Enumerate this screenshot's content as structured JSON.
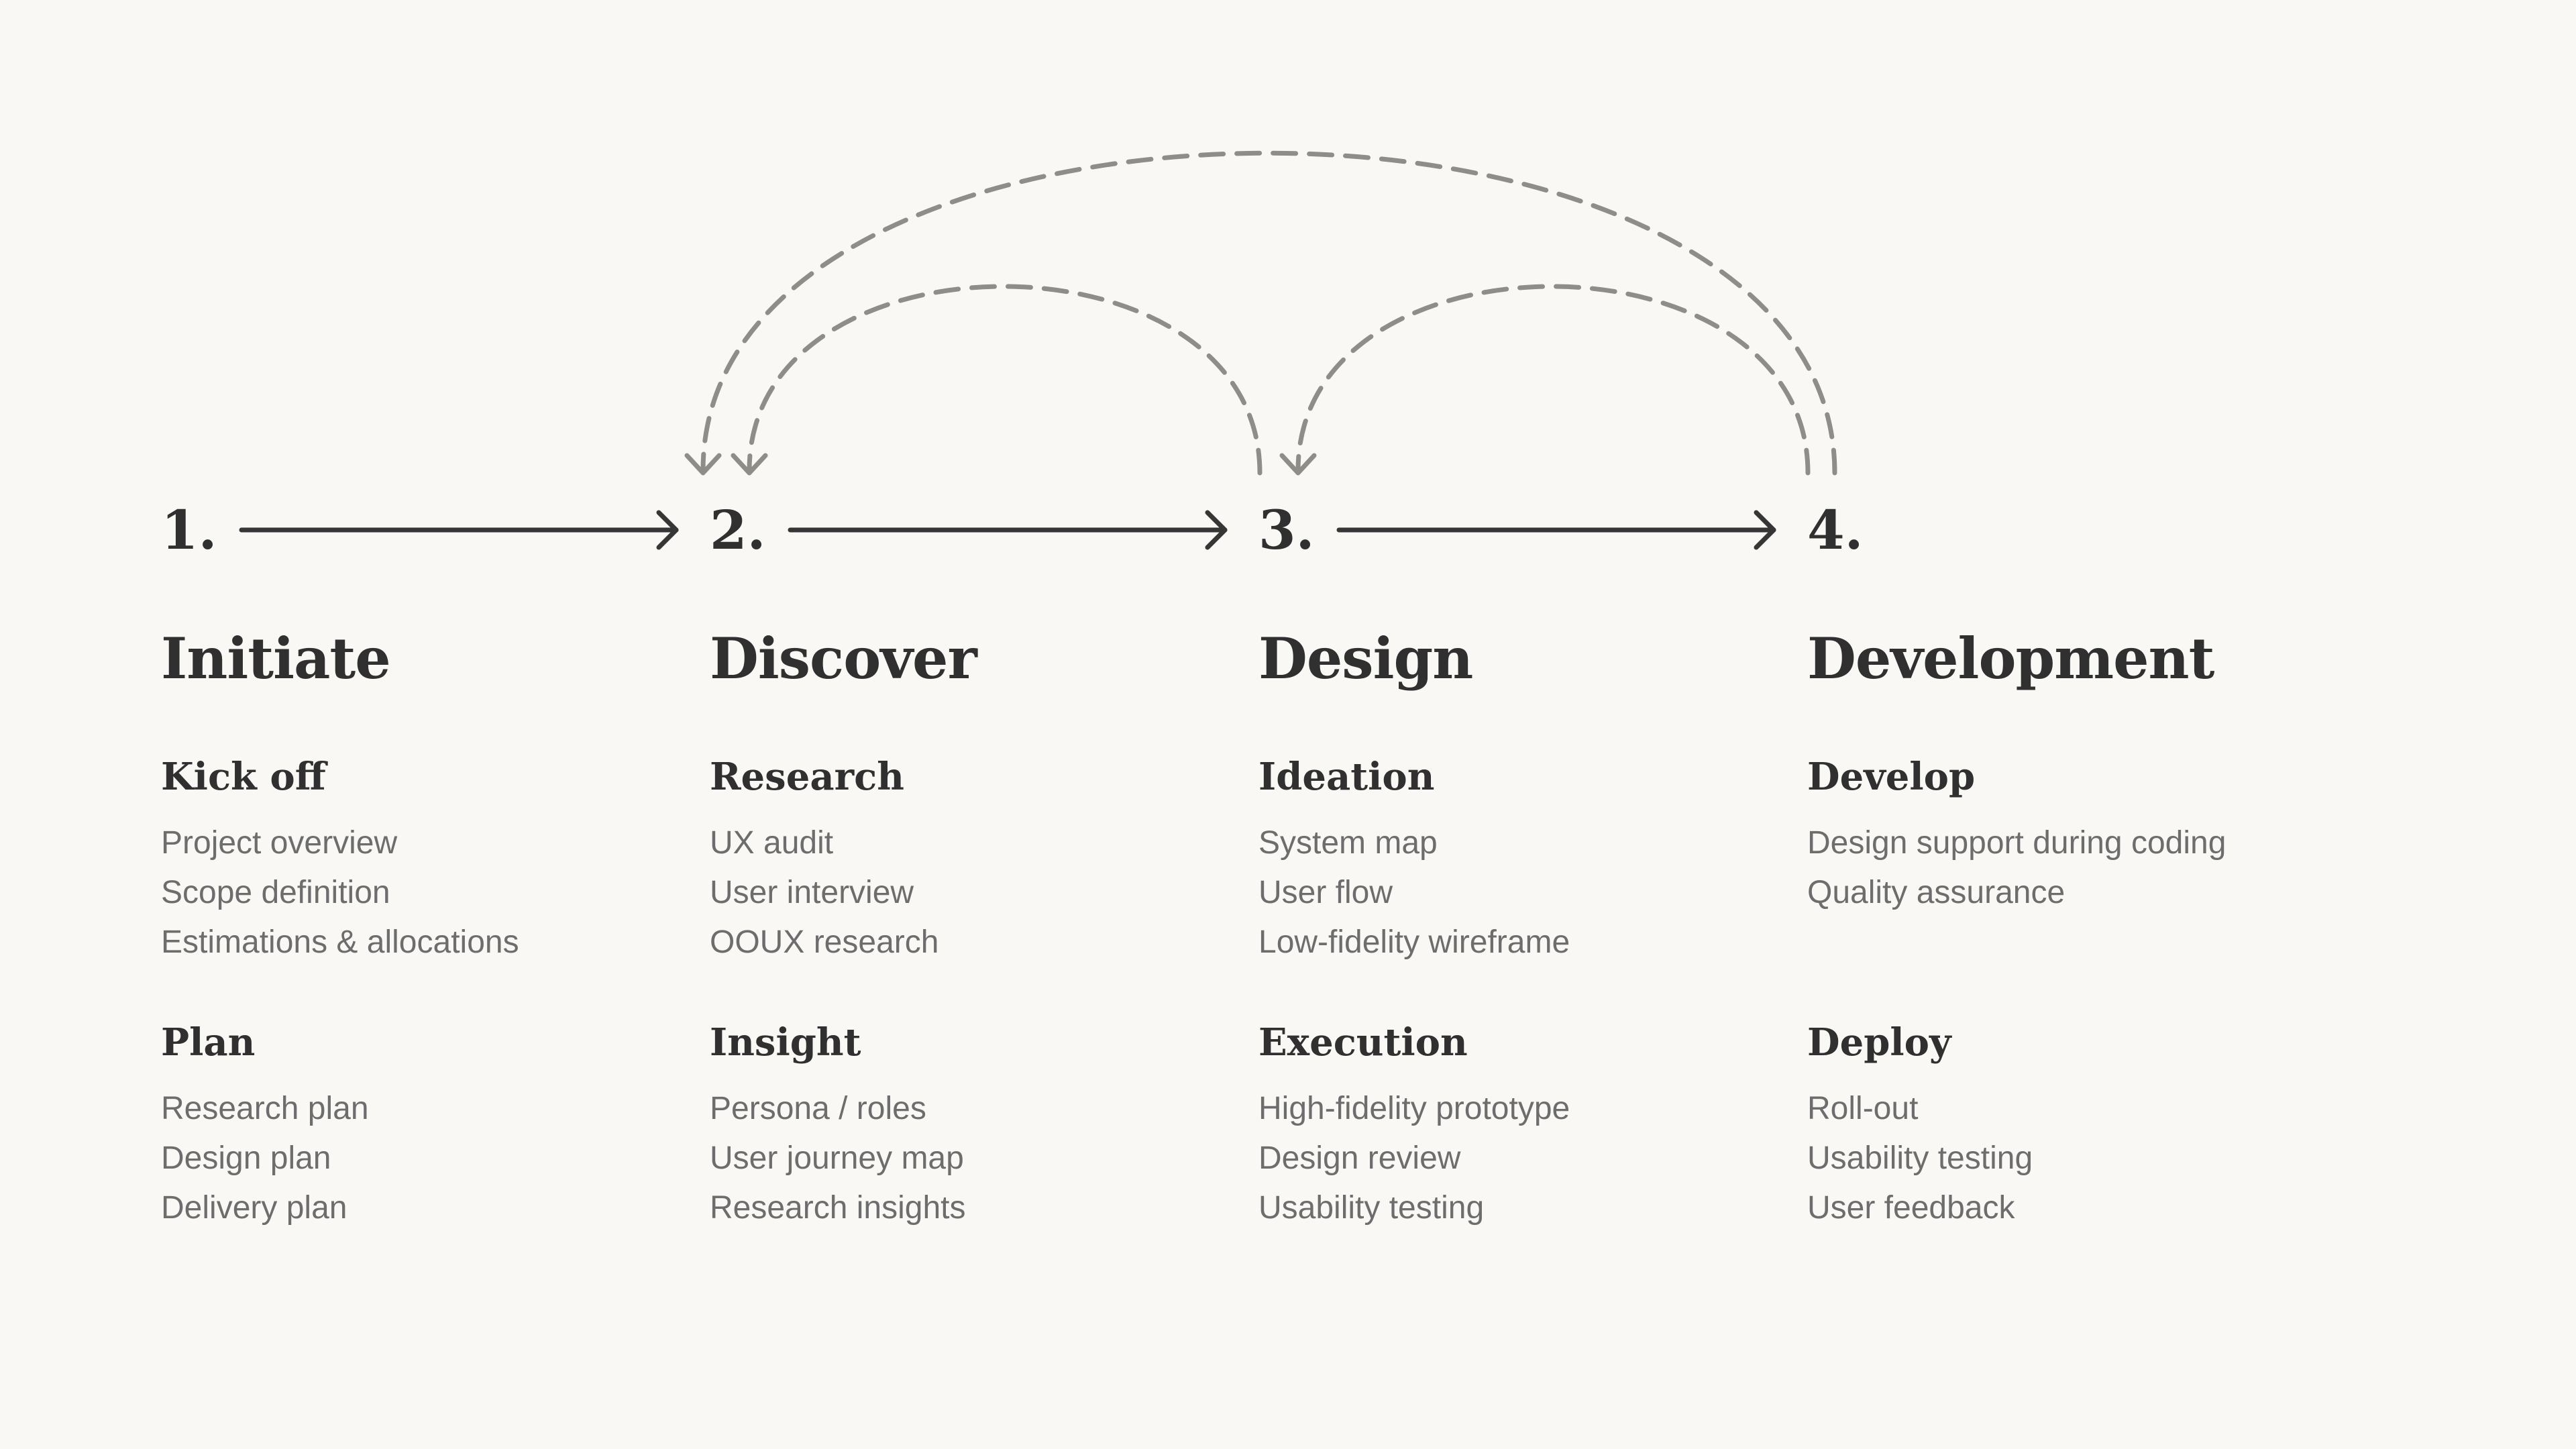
{
  "diagram": {
    "colors": {
      "background": "#f9f8f5",
      "text_primary": "#303030",
      "text_secondary": "#6d6d6d",
      "arrow_solid": "#363636",
      "arrow_dashed": "#8e8d88"
    },
    "steps": [
      {
        "number": "1.",
        "title": "Initiate",
        "groups": [
          {
            "title": "Kick off",
            "items": [
              "Project overview",
              "Scope definition",
              "Estimations & allocations"
            ]
          },
          {
            "title": "Plan",
            "items": [
              "Research plan",
              "Design plan",
              "Delivery plan"
            ]
          }
        ]
      },
      {
        "number": "2.",
        "title": "Discover",
        "groups": [
          {
            "title": "Research",
            "items": [
              "UX audit",
              "User interview",
              "OOUX research"
            ]
          },
          {
            "title": "Insight",
            "items": [
              "Persona / roles",
              "User journey map",
              "Research insights"
            ]
          }
        ]
      },
      {
        "number": "3.",
        "title": "Design",
        "groups": [
          {
            "title": "Ideation",
            "items": [
              "System map",
              "User flow",
              "Low-fidelity wireframe"
            ]
          },
          {
            "title": "Execution",
            "items": [
              "High-fidelity prototype",
              "Design review",
              "Usability testing"
            ]
          }
        ]
      },
      {
        "number": "4.",
        "title": "Development",
        "groups": [
          {
            "title": "Develop",
            "items": [
              "Design support during coding",
              "Quality assurance"
            ]
          },
          {
            "title": "Deploy",
            "items": [
              "Roll-out",
              "Usability testing",
              "User feedback"
            ]
          }
        ]
      }
    ],
    "forward_connectors": [
      {
        "from": "1.",
        "to": "2.",
        "style": "solid"
      },
      {
        "from": "2.",
        "to": "3.",
        "style": "solid"
      },
      {
        "from": "3.",
        "to": "4.",
        "style": "solid"
      }
    ],
    "feedback_loops": [
      {
        "from": "3.",
        "to": "2.",
        "style": "dashed"
      },
      {
        "from": "4.",
        "to": "3.",
        "style": "dashed"
      },
      {
        "from": "4.",
        "to": "2.",
        "style": "dashed"
      }
    ]
  }
}
